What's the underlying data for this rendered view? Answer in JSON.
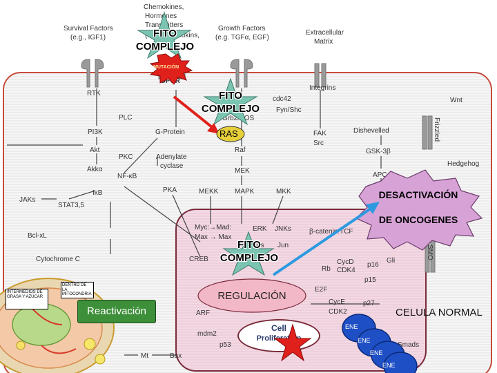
{
  "signals": {
    "survival": "Survival Factors",
    "survival_eg": "(e.g., IGF1)",
    "chemokines": "Chemokines,",
    "hormones": "Hormones",
    "transmitters": "Transmitters",
    "transmitters_eg": "(e.g., interleukins,",
    "growth": "Growth Factors",
    "growth_eg": "(e.g. TGFα, EGF)",
    "ecm": "Extracellular",
    "ecm2": "Matrix"
  },
  "receptors": {
    "rtk": "RTK",
    "gpcr": "GPCR",
    "integrins": "Integrins",
    "frizzled": "Frizzled",
    "smo": "SMO"
  },
  "nodes": {
    "pi3k": "PI3K",
    "plc": "PLC",
    "gprotein": "G-Protein",
    "cdc42": "cdc42",
    "fynshc": "Fyn/Shc",
    "grb2sos": "Grb2/SOS",
    "wnt": "Wnt",
    "akt": "Akt",
    "pkc": "PKC",
    "adenylate": "Adenylate",
    "cyclase": "cyclase",
    "raf": "Raf",
    "fak": "FAK",
    "src": "Src",
    "dishevelled": "Dishevelled",
    "gsk3b": "GSK-3β",
    "akka": "Akkα",
    "nfkb": "NF-κB",
    "mek": "MEK",
    "apc": "APC",
    "hedgehog": "Hedgehog",
    "ikb": "IκB",
    "pka": "PKA",
    "mekk": "MEKK",
    "mapk": "MAPK",
    "mkk": "MKK",
    "jaks": "JAKs",
    "stat": "STAT3,5",
    "bclxl": "Bcl-xL",
    "cytc": "Cytochrome C",
    "mycmax": "Myc:→Mad:",
    "maxmax": "Max → Max",
    "erk": "ERK",
    "jnks": "JNKs",
    "bcat": "β-catenin:TCF",
    "fos": "Fos",
    "jun": "Jun",
    "creb": "CREB",
    "rb": "Rb",
    "cycd": "CycD",
    "cdk4": "CDK4",
    "p16": "p16",
    "gli": "Gli",
    "p15": "p15",
    "e2f": "E2F",
    "cycle": "CycE",
    "cdk2": "CDK2",
    "p27": "p27",
    "arf": "ARF",
    "mdm2": "mdm2",
    "p53": "p53",
    "mt": "Mt",
    "bax": "Bax",
    "smads": "Smads",
    "cell": "Cell",
    "prolif": "Proliferation"
  },
  "callouts": {
    "fito1_l1": "FITO",
    "fito1_l2": "COMPLEJO",
    "mutacion": "MUTACIÓN",
    "fito2_l1": "FITO",
    "fito2_l2": "COMPLEJO",
    "ras": "RAS",
    "desact_l1": "DESACTIVACIÓN",
    "desact_l2": "DE ONCOGENES",
    "fito3_l1": "FITO",
    "fito3_l2": "COMPLEJO",
    "regulacion": "REGULACIÓN",
    "reactivacion": "Reactivación",
    "celula": "CELULA NORMAL",
    "ene": "ENE"
  },
  "inset": {
    "intermedios": "INTERMEDIOS DE GRASA Y AZÚCAR",
    "mitocondria": "DENTRO DE LA MITOCONDRIA"
  },
  "colors": {
    "cell_border": "#c84a3b",
    "nucleus_border": "#7a2a3a",
    "nucleus_fill": "#f3d9e4",
    "star_fill": "#7cc4b2",
    "burst_red": "#e0201a",
    "burst_purple": "#d7a3d6",
    "ras_fill": "#e6cf3a",
    "reactivation_green": "#3e8f3a",
    "ene_blue": "#1f4fc4",
    "arrow_red": "#e0201a",
    "arrow_blue": "#2d9ae0"
  }
}
